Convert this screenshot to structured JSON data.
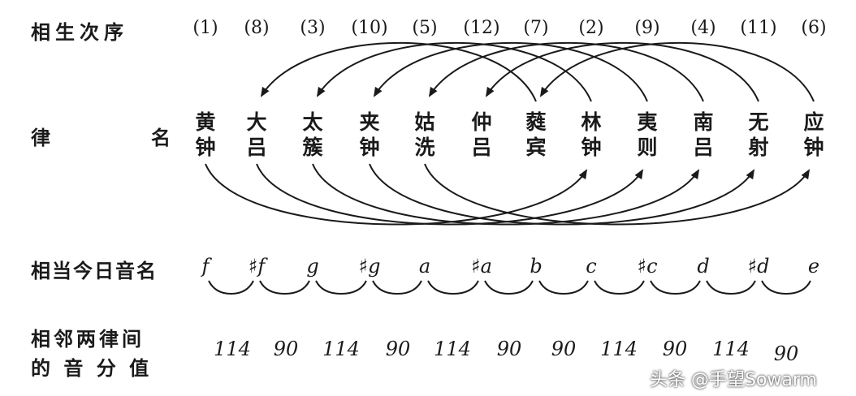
{
  "labels": {
    "row_order": "相生次序",
    "row_lv_a": "律",
    "row_lv_b": "名",
    "row_note": "相当今日音名",
    "row_cents_1": "相邻两律间",
    "row_cents_2": "的 音 分 值"
  },
  "orders": [
    "(1)",
    "(8)",
    "(3)",
    "(10)",
    "(5)",
    "(12)",
    "(7)",
    "(2)",
    "(9)",
    "(4)",
    "(11)",
    "(6)"
  ],
  "lv_names": [
    [
      "黄",
      "钟"
    ],
    [
      "大",
      "吕"
    ],
    [
      "太",
      "簇"
    ],
    [
      "夹",
      "钟"
    ],
    [
      "姑",
      "洗"
    ],
    [
      "仲",
      "吕"
    ],
    [
      "蕤",
      "宾"
    ],
    [
      "林",
      "钟"
    ],
    [
      "夷",
      "则"
    ],
    [
      "南",
      "吕"
    ],
    [
      "无",
      "射"
    ],
    [
      "应",
      "钟"
    ]
  ],
  "notes": [
    "f",
    "♯f",
    "g",
    "♯g",
    "a",
    "♯a",
    "b",
    "c",
    "♯c",
    "d",
    "♯d",
    "e"
  ],
  "cents": [
    "114",
    "90",
    "114",
    "90",
    "114",
    "90",
    "90",
    "114",
    "90",
    "114",
    "90"
  ],
  "watermark": "头条 @手望Sowarm",
  "colors": {
    "ink": "#1a1a1a"
  }
}
